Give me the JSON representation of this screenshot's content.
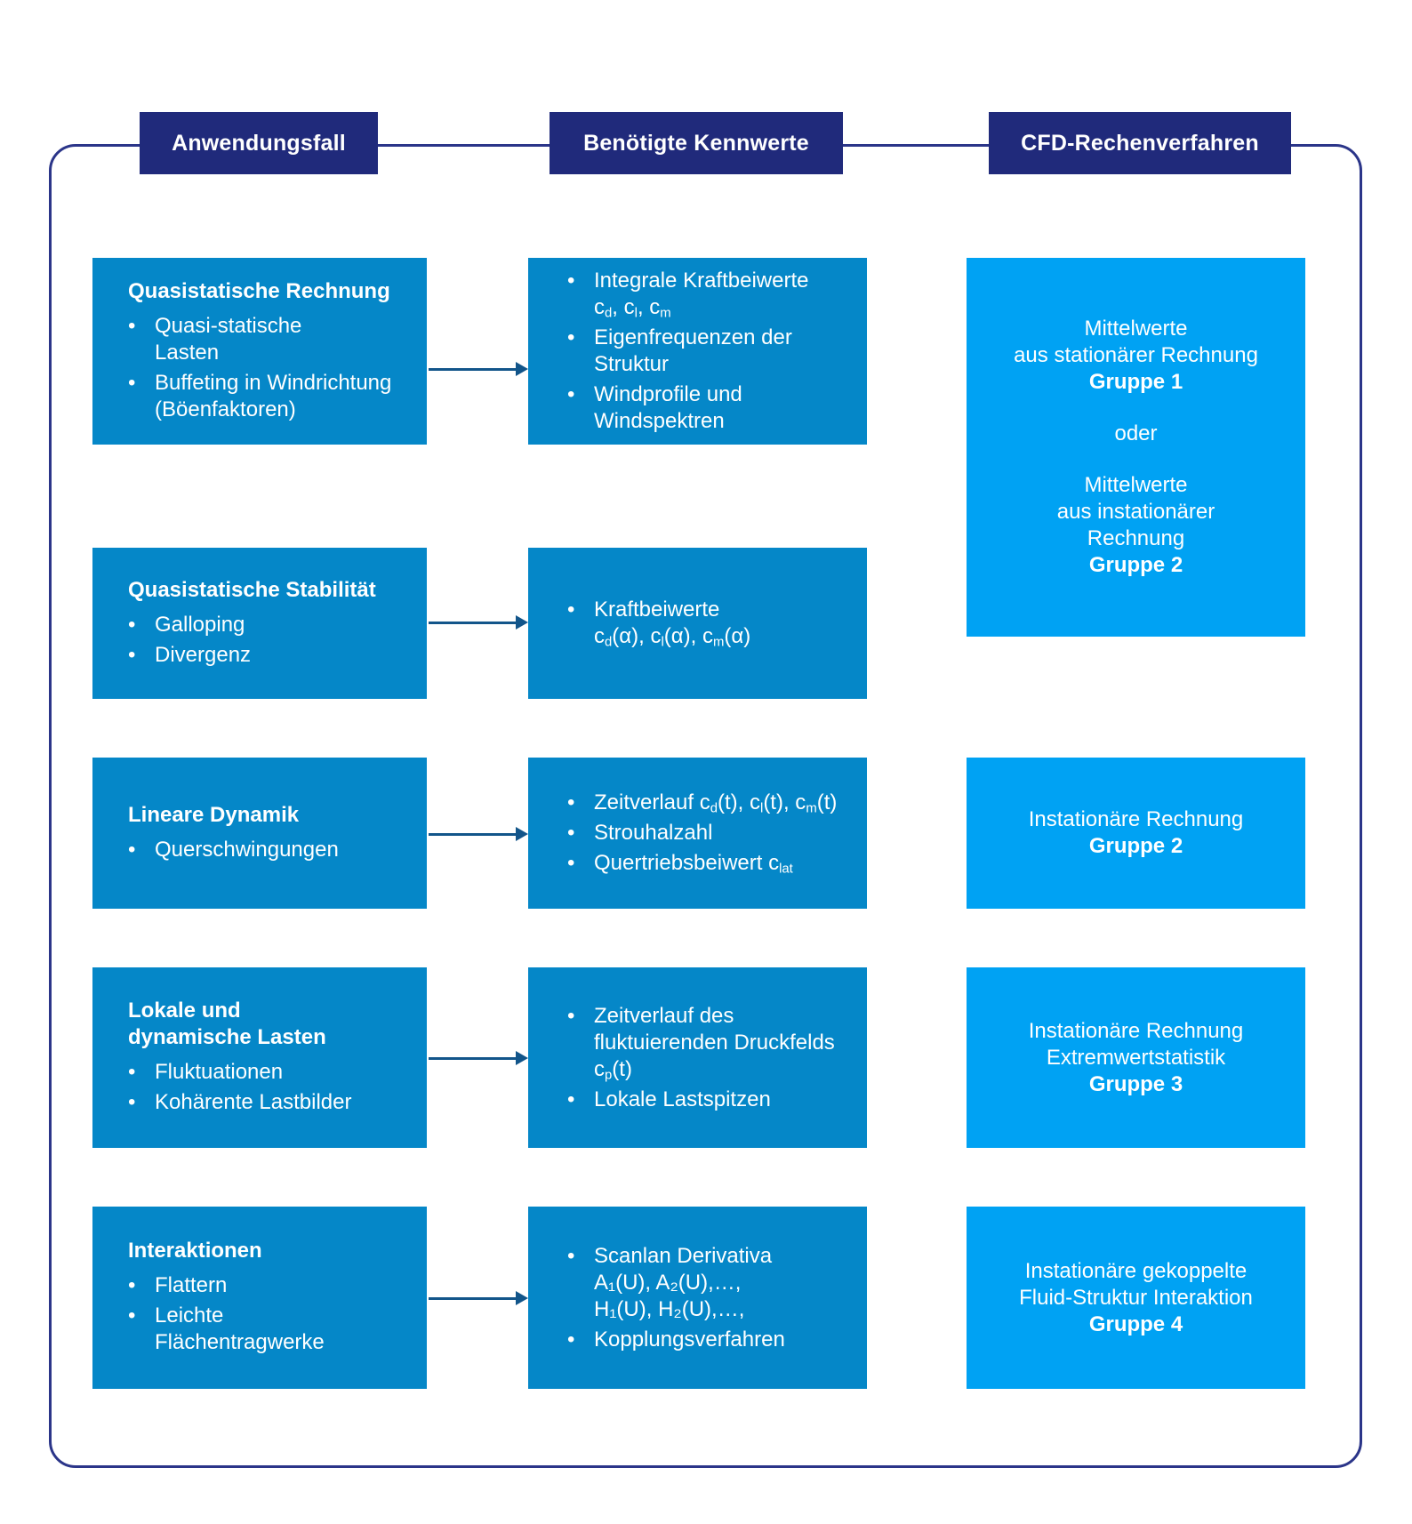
{
  "ui": {
    "bullet_char": "•"
  },
  "colors": {
    "header_navy": "#202a7b",
    "frame_border": "#2b3589",
    "box_blue": "#0587c8",
    "box_light_blue": "#00a2f3",
    "arrow_blue": "#12558a",
    "text": "#ffffff"
  },
  "headers": {
    "col1": "Anwendungsfall",
    "col2": "Benötigte Kennwerte",
    "col3": "CFD-Rechenverfahren"
  },
  "applications": [
    {
      "title": "Quasistatische Rechnung",
      "bullets": [
        "Quasi-statische\nLasten",
        "Buffeting in Windrichtung\n(Böenfaktoren)"
      ]
    },
    {
      "title": "Quasistatische Stabilität",
      "bullets": [
        "Galloping",
        "Divergenz"
      ]
    },
    {
      "title": "Lineare Dynamik",
      "bullets": [
        "Querschwingungen"
      ]
    },
    {
      "title": "Lokale und\ndynamische Lasten",
      "bullets": [
        "Fluktuationen",
        "Kohärente Lastbilder"
      ]
    },
    {
      "title": "Interaktionen",
      "bullets": [
        "Flattern",
        "Leichte\nFlächentragwerke"
      ]
    }
  ],
  "kennwerte": [
    {
      "bullets": [
        "Integrale Kraftbeiwerte\nc_{d}, c_{l}, c_{m}",
        "Eigenfrequenzen der\nStruktur",
        "Windprofile und\nWindspektren"
      ]
    },
    {
      "bullets": [
        "Kraftbeiwerte\nc_{d}(α), c_{l}(α), c_{m}(α)"
      ]
    },
    {
      "bullets": [
        "Zeitverlauf c_{d}(t), c_{l}(t), c_{m}(t)",
        "Strouhalzahl",
        "Quertriebsbeiwert c_{lat}"
      ]
    },
    {
      "bullets": [
        "Zeitverlauf des\nfluktuierenden Druckfelds\nc_{p}(t)",
        "Lokale Lastspitzen"
      ]
    },
    {
      "bullets": [
        "Scanlan Derivativa\nA₁(U), A₂(U),…,\nH₁(U), H₂(U),…,",
        "Kopplungsverfahren"
      ]
    }
  ],
  "cfd": {
    "box1": {
      "option1": {
        "lines": "Mittelwerte\naus stationärer Rechnung",
        "group": "Gruppe 1"
      },
      "connector": "oder",
      "option2": {
        "lines": "Mittelwerte\naus instationärer\nRechnung",
        "group": "Gruppe 2"
      }
    },
    "box2": {
      "lines": "Instationäre Rechnung",
      "group": "Gruppe 2"
    },
    "box3": {
      "lines": "Instationäre Rechnung\nExtremwertstatistik",
      "group": "Gruppe 3"
    },
    "box4": {
      "lines": "Instationäre gekoppelte\nFluid-Struktur Interaktion",
      "group": "Gruppe 4"
    }
  }
}
